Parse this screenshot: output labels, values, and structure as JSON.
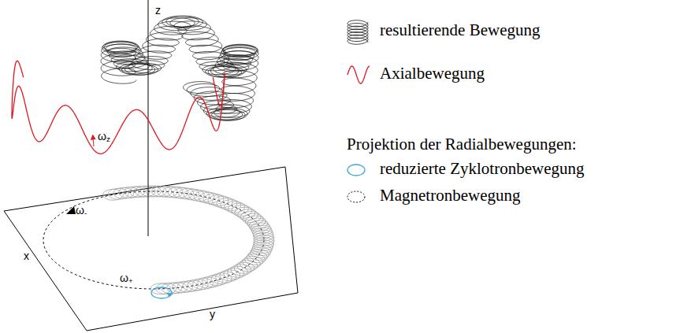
{
  "diagram": {
    "labels": [
      "z",
      "ωz",
      "ω-",
      "ω+",
      "x",
      "y",
      "Projektion der Radialbewegungen:"
    ],
    "legend": [
      {
        "text": "resultierende Bewegung"
      },
      {
        "text": "Axialbewegung"
      },
      {
        "text": "reduzierte Zyklotronbewegung"
      },
      {
        "text": "Magnetronbewegung"
      }
    ]
  }
}
